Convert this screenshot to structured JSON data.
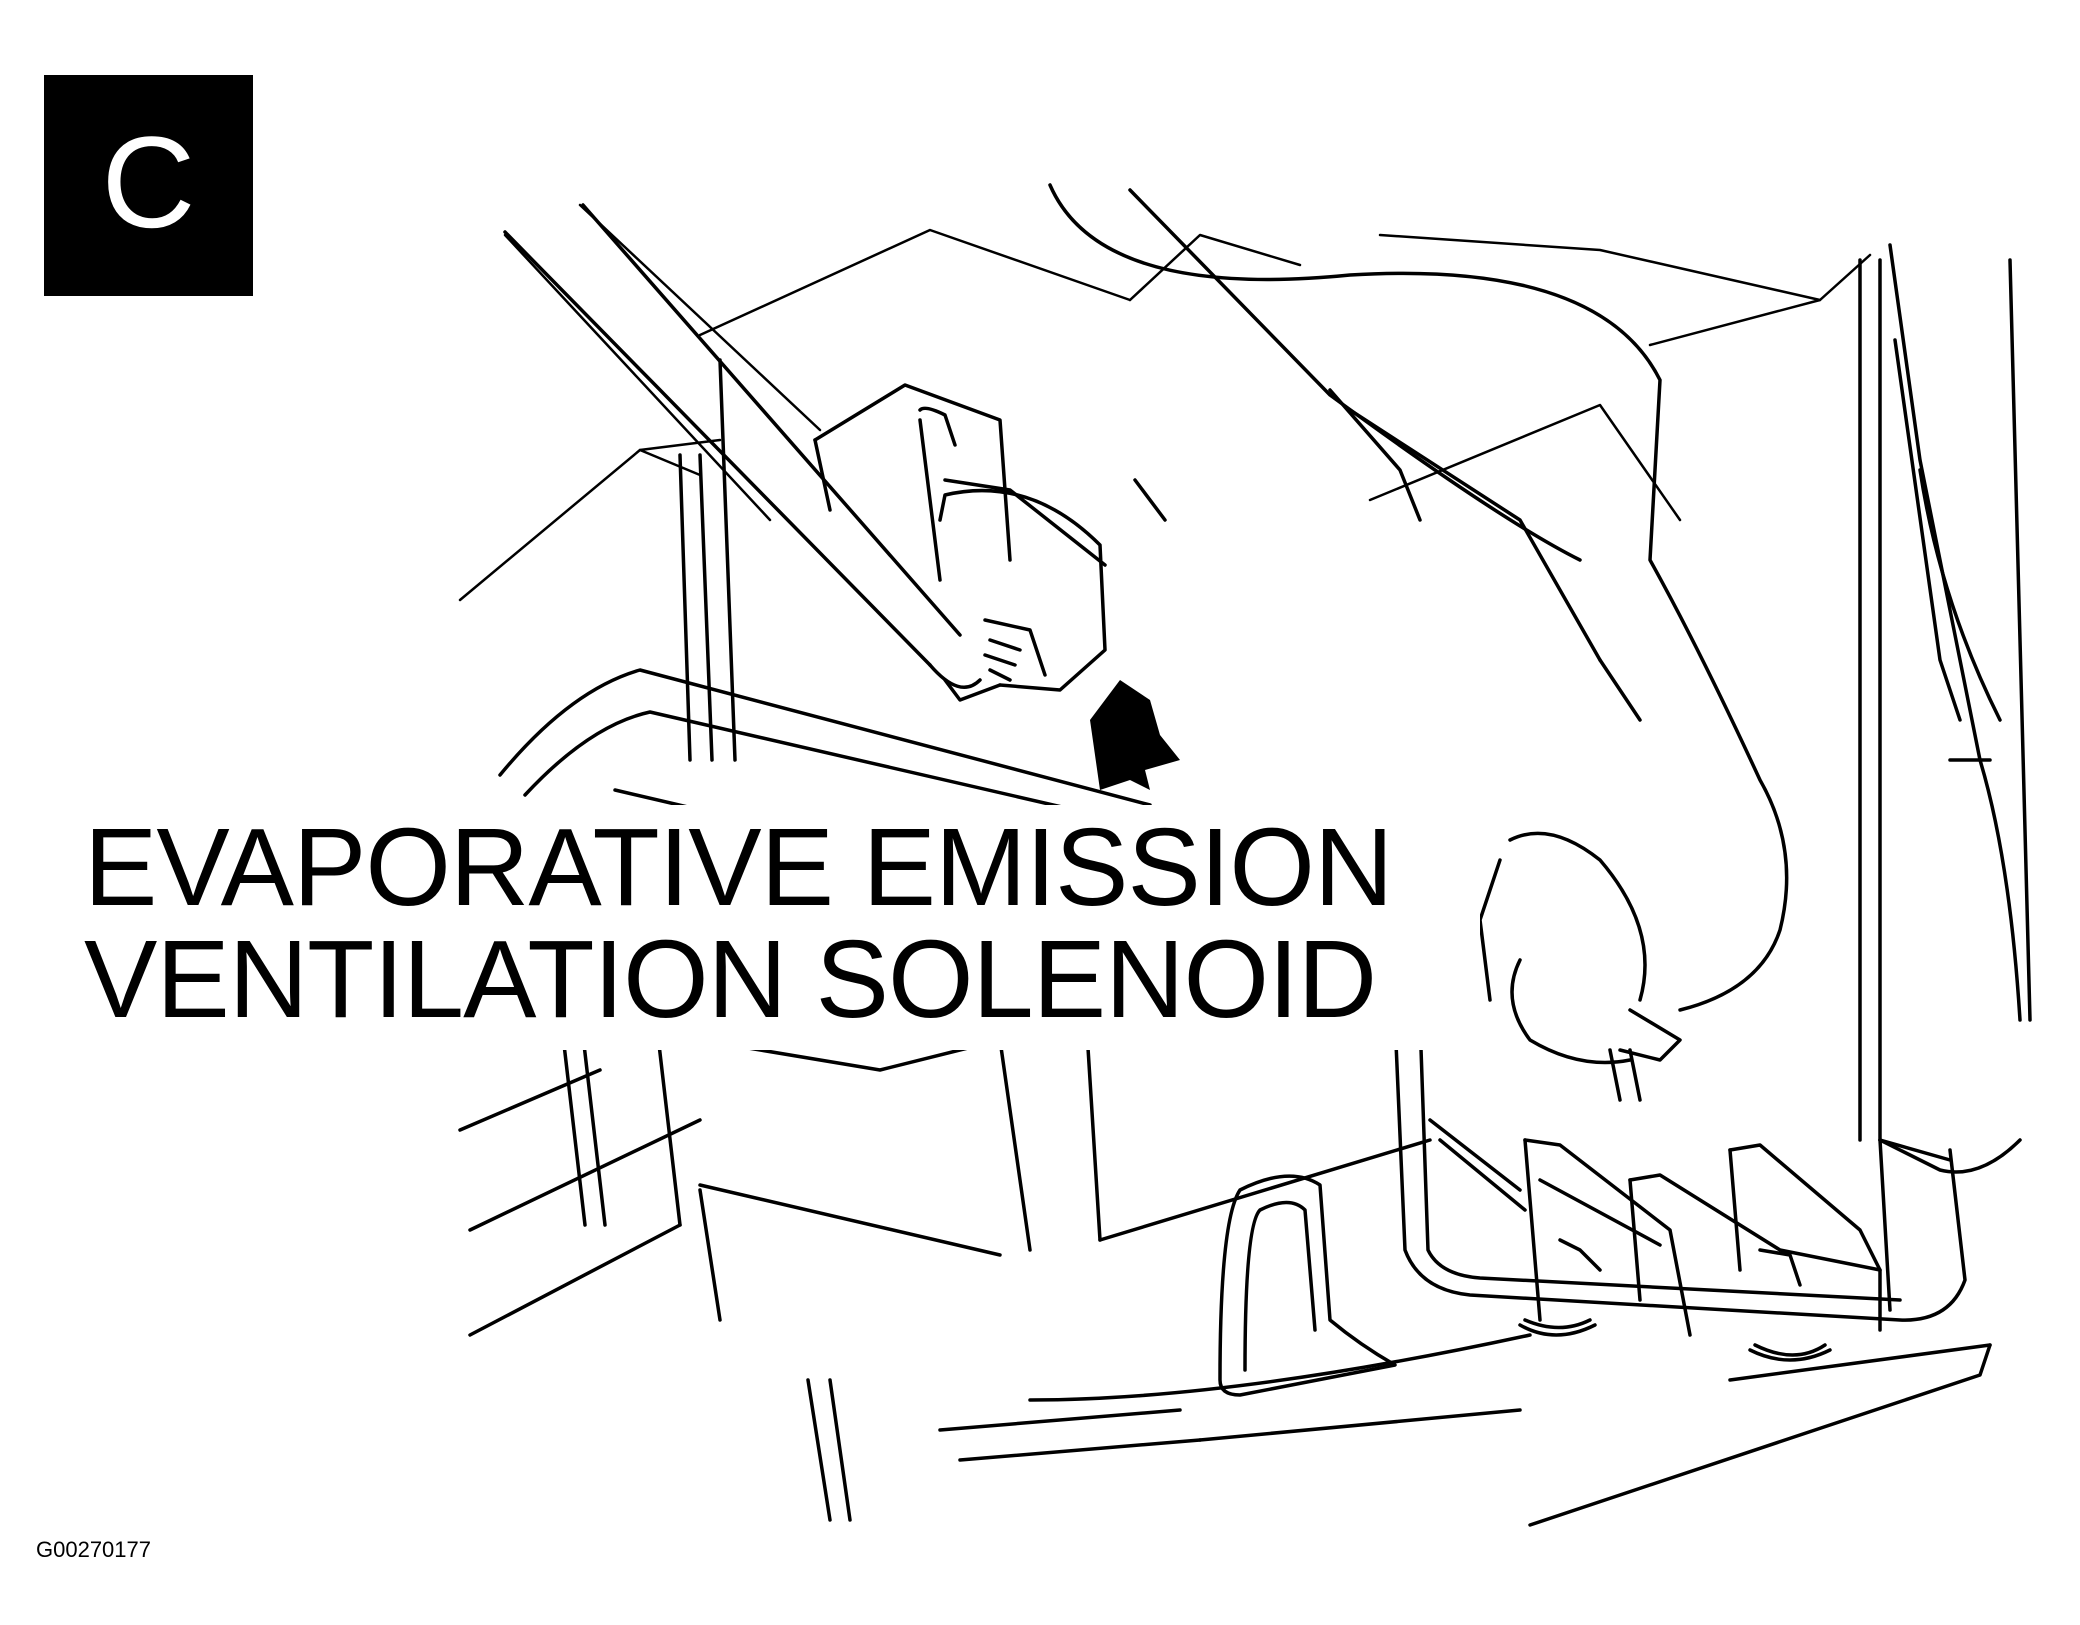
{
  "diagram": {
    "view_letter": "C",
    "callout": {
      "line1": "EVAPORATIVE EMISSION",
      "line2": "VENTILATION SOLENOID"
    },
    "figure_id": "G00270177",
    "colors": {
      "ink": "#000000",
      "paper": "#ffffff"
    },
    "icons": {
      "pointer": "arrow-icon"
    }
  }
}
